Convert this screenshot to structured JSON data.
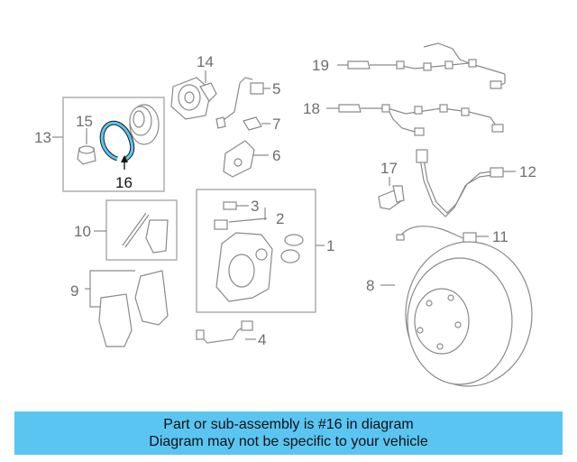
{
  "diagram": {
    "callouts": {
      "c1": "1",
      "c2": "2",
      "c3": "3",
      "c4": "4",
      "c5": "5",
      "c6": "6",
      "c7": "7",
      "c8": "8",
      "c9": "9",
      "c10": "10",
      "c11": "11",
      "c12": "12",
      "c13": "13",
      "c14": "14",
      "c15": "15",
      "c16": "16",
      "c17": "17",
      "c18": "18",
      "c19": "19"
    },
    "highlighted_part": "16",
    "highlight_color": "#5bc5f2"
  },
  "banner": {
    "line1": "Part or sub-assembly is #16 in diagram",
    "line2": "Diagram may not be specific to your vehicle",
    "background": "#5bc5f2"
  }
}
